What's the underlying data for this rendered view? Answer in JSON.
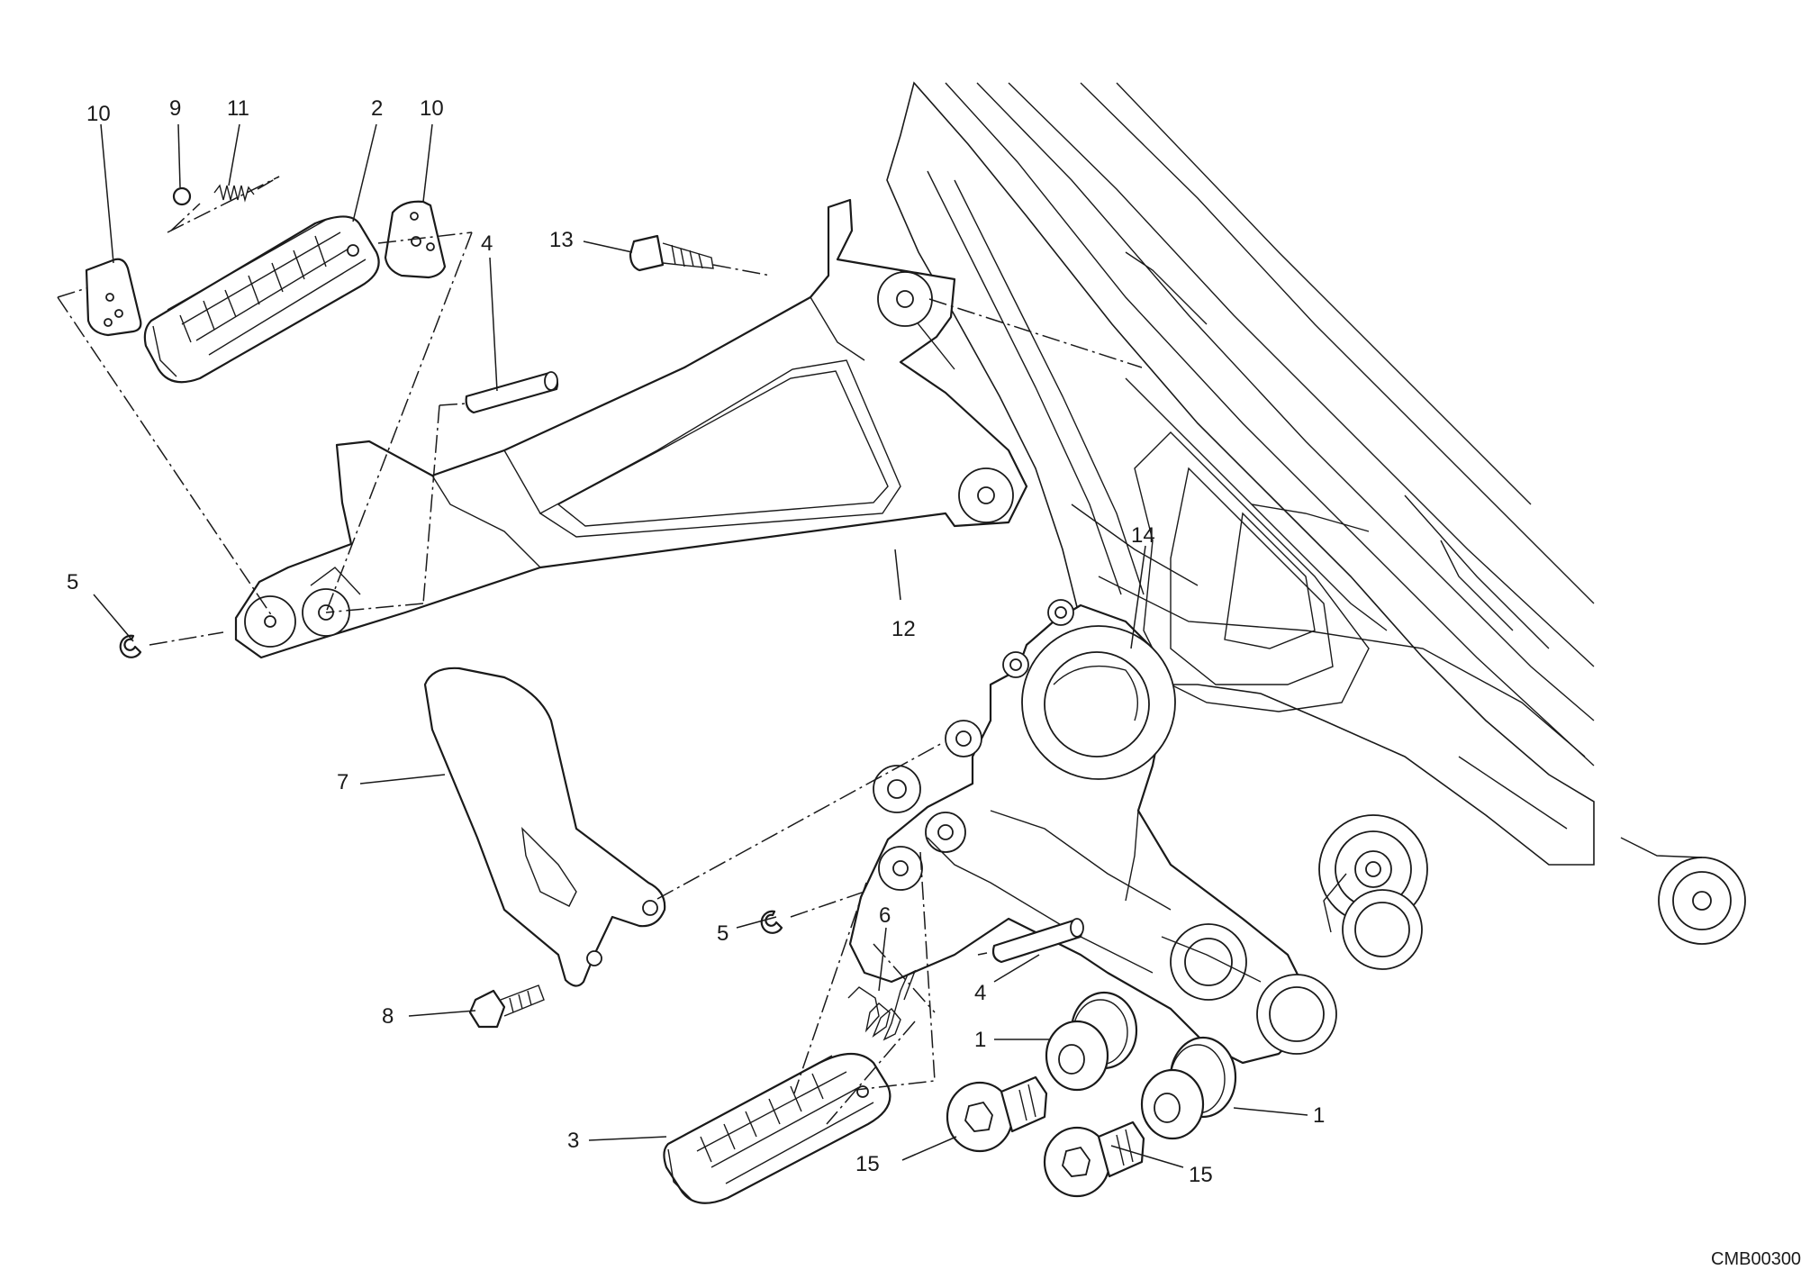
{
  "drawing_code": "CMB00300",
  "callouts": [
    {
      "id": "c10a",
      "label": "10"
    },
    {
      "id": "c9",
      "label": "9"
    },
    {
      "id": "c11",
      "label": "11"
    },
    {
      "id": "c2",
      "label": "2"
    },
    {
      "id": "c10b",
      "label": "10"
    },
    {
      "id": "c13",
      "label": "13"
    },
    {
      "id": "c4a",
      "label": "4"
    },
    {
      "id": "c5a",
      "label": "5"
    },
    {
      "id": "c12",
      "label": "12"
    },
    {
      "id": "c14",
      "label": "14"
    },
    {
      "id": "c7",
      "label": "7"
    },
    {
      "id": "c5b",
      "label": "5"
    },
    {
      "id": "c6",
      "label": "6"
    },
    {
      "id": "c4b",
      "label": "4"
    },
    {
      "id": "c8",
      "label": "8"
    },
    {
      "id": "c1a",
      "label": "1"
    },
    {
      "id": "c1b",
      "label": "1"
    },
    {
      "id": "c3",
      "label": "3"
    },
    {
      "id": "c15a",
      "label": "15"
    },
    {
      "id": "c15b",
      "label": "15"
    }
  ]
}
